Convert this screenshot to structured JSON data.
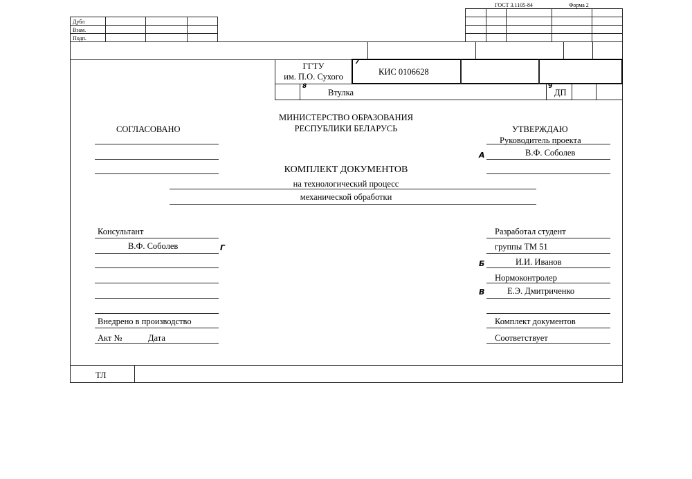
{
  "header": {
    "gost": "ГОСТ 3.1105-84",
    "form": "Форма 2"
  },
  "stamp_left": {
    "rows": [
      "Дубл",
      "Взам.",
      "Подп."
    ]
  },
  "title_block": {
    "org_line1": "ГГТУ",
    "org_line2": "им. П.О. Сухого",
    "mark7": "7",
    "code": "КИС 0106628",
    "mark8": "8",
    "part": "Втулка",
    "mark9": "9",
    "doc_type": "ДП"
  },
  "ministry": {
    "line1": "МИНИСТЕРСТВО ОБРАЗОВАНИЯ",
    "line2": "РЕСПУБЛИКИ БЕЛАРУСЬ"
  },
  "agreed": {
    "label": "СОГЛАСОВАНО"
  },
  "approve": {
    "label": "УТВЕРЖДАЮ",
    "role": "Руководитель проекта",
    "mark": "А",
    "name": "В.Ф. Соболев"
  },
  "title": {
    "main": "КОМПЛЕКТ ДОКУМЕНТОВ",
    "line1": "на технологический процесс",
    "line2": "механической обработки"
  },
  "consultant": {
    "label": "Консультант",
    "name": "В.Ф. Соболев",
    "mark": "Г"
  },
  "implemented": {
    "label": "Внедрено в производство",
    "act": "Акт №",
    "date": "Дата"
  },
  "developer": {
    "label": "Разработал студент",
    "group": "группы ТМ 51",
    "mark": "Б",
    "name": "И.И. Иванов"
  },
  "norm": {
    "label": "Нормоконтролер",
    "mark": "В",
    "name": "Е.Э. Дмитриченко"
  },
  "kit": {
    "label": "Комплект документов",
    "status": "Соответствует"
  },
  "footer": {
    "code": "ТЛ"
  }
}
